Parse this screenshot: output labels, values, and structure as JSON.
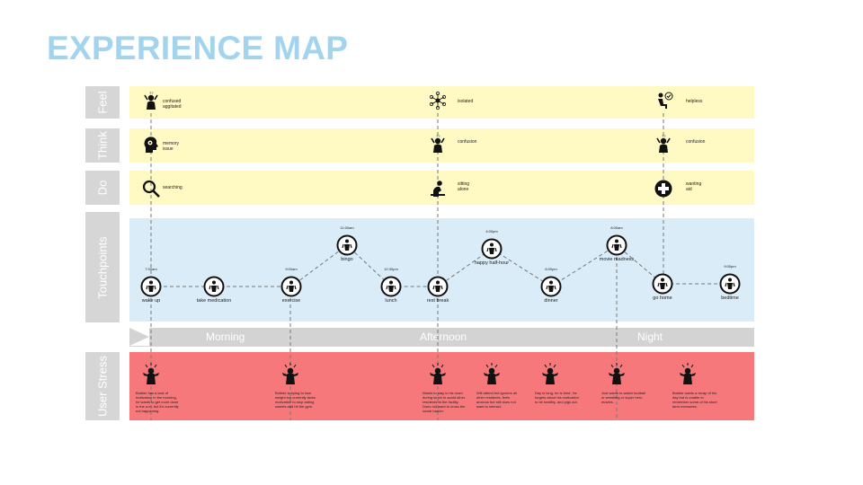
{
  "title": "EXPERIENCE MAP",
  "lanes": {
    "feel": "Feel",
    "think": "Think",
    "do": "Do",
    "touchpoints": "Touchpoints",
    "stress": "User Stress"
  },
  "phases": [
    "Morning",
    "Afternoon",
    "Night"
  ],
  "feel": [
    {
      "text1": "confused",
      "text2": "aggitated",
      "icon": "confused-person-icon"
    },
    {
      "text1": "isolated",
      "text2": "",
      "icon": "isolated-network-icon"
    },
    {
      "text1": "helpless",
      "text2": "",
      "icon": "helpless-seated-icon"
    }
  ],
  "think": [
    {
      "text1": "memory",
      "text2": "issue",
      "icon": "head-gears-icon"
    },
    {
      "text1": "confusion",
      "text2": "",
      "icon": "confused-person-icon"
    },
    {
      "text1": "confusion",
      "text2": "",
      "icon": "confused-person-icon"
    }
  ],
  "do": [
    {
      "text1": "searching",
      "text2": "",
      "icon": "magnifier-icon"
    },
    {
      "text1": "sitting",
      "text2": "alone",
      "icon": "sitting-person-icon"
    },
    {
      "text1": "wanting",
      "text2": "aid",
      "icon": "medical-cross-icon"
    }
  ],
  "touchpoints": [
    {
      "time": "7:00am",
      "label": "wake up"
    },
    {
      "time": "",
      "label": "take medication"
    },
    {
      "time": "9:00am",
      "label": "exercise"
    },
    {
      "time": "11:00am",
      "label": "bingo"
    },
    {
      "time": "12:30pm",
      "label": "lunch"
    },
    {
      "time": "",
      "label": "rest break"
    },
    {
      "time": "4:00pm",
      "label": "happy half-hour"
    },
    {
      "time": "6:00pm",
      "label": "dinner"
    },
    {
      "time": "8:00am",
      "label": "movie madness"
    },
    {
      "time": "",
      "label": "go home"
    },
    {
      "time": "9:00pm",
      "label": "bedtime"
    }
  ],
  "stress": [
    {
      "text": "Bobbie has a lack of motivation in the morning, he wants to get more done in the a.m. but it's currently not happening."
    },
    {
      "text": "Bobbie is trying to lose weight but currently lacks motivation to stop eating sweets and hit the gym."
    },
    {
      "text": "Wants to stay in his room during lunch to avoid other residents at the facility. Does not want to cross the social barrier."
    },
    {
      "text": "Will attend but ignores all other residents, feels anxious but still does not want to interact."
    },
    {
      "text": "Day is long, he is tired. He forgets about his motivation to be healthy, and pigs out."
    },
    {
      "text": "Just wants to watch football or wrestling or super hero movies."
    },
    {
      "text": "Bobbie wants a recap of his day but is unable to remember some of his short term memories."
    }
  ],
  "colors": {
    "title": "#a3d4ee",
    "feel_think_do": "#fff9c4",
    "touchpoints": "#d9ecf7",
    "stress": "#f6787a",
    "lane_label": "#d6d6d6"
  }
}
